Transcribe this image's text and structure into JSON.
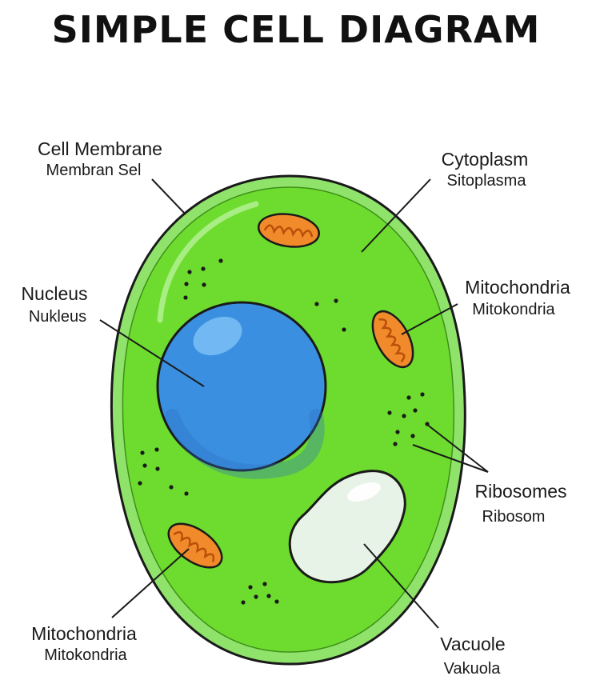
{
  "title": "SIMPLE CELL DIAGRAM",
  "colors": {
    "membrane": "#8fe36b",
    "cytoplasm": "#6ddc2e",
    "nucleus": "#3b8fe0",
    "mitochondria": "#f08a2a",
    "vacuole": "#e8f3e8",
    "outline": "#1a1a1a"
  },
  "labels": {
    "cell_membrane": {
      "en": "Cell Membrane",
      "id": "Membran Sel"
    },
    "cytoplasm": {
      "en": "Cytoplasm",
      "id": "Sitoplasma"
    },
    "nucleus": {
      "en": "Nucleus",
      "id": "Nukleus"
    },
    "mitochondria_right": {
      "en": "Mitochondria",
      "id": "Mitokondria"
    },
    "ribosomes": {
      "en": "Ribosomes",
      "id": "Ribosom"
    },
    "mitochondria_left": {
      "en": "Mitochondria",
      "id": "Mitokondria"
    },
    "vacuole": {
      "en": "Vacuole",
      "id": "Vakuola"
    }
  }
}
